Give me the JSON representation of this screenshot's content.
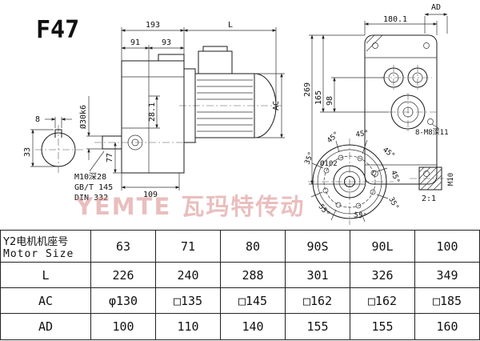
{
  "title": "F47",
  "watermark": "YEMTE 瓦玛特传动",
  "shaft_view": {
    "dim_key_width": "8",
    "dim_height": "33",
    "dim_diameter": "Ø30k6",
    "notes": [
      "M10深28",
      "GB/T 145",
      "DIN 332"
    ]
  },
  "side_view": {
    "dim_total": "193",
    "dim_length": "L",
    "dim_91": "91",
    "dim_93": "93",
    "dim_ac": "AC",
    "dim_28_1": "28.1",
    "dim_77": "77",
    "dim_109": "109"
  },
  "end_view": {
    "dim_ad": "AD",
    "dim_180": "180.1",
    "dim_269": "269",
    "dim_165": "165",
    "dim_98": "98",
    "bolt_note": "8-M8深11"
  },
  "flange_view": {
    "dim_diameter": "Ø102",
    "angles": [
      "45°",
      "45°",
      "45°",
      "45°",
      "35°",
      "35°",
      "55°",
      "55°"
    ]
  },
  "section_view": {
    "scale": "2:1",
    "thread": "M10"
  },
  "table": {
    "header_cn": "Y2电机机座号",
    "header_en": "Motor Size",
    "sizes": [
      "63",
      "71",
      "80",
      "90S",
      "90L",
      "100"
    ],
    "rows": [
      {
        "label": "L",
        "values": [
          "226",
          "240",
          "288",
          "301",
          "326",
          "349"
        ]
      },
      {
        "label": "AC",
        "values": [
          "φ130",
          "□135",
          "□145",
          "□162",
          "□162",
          "□185"
        ]
      },
      {
        "label": "AD",
        "values": [
          "100",
          "110",
          "140",
          "155",
          "155",
          "160"
        ]
      }
    ]
  }
}
